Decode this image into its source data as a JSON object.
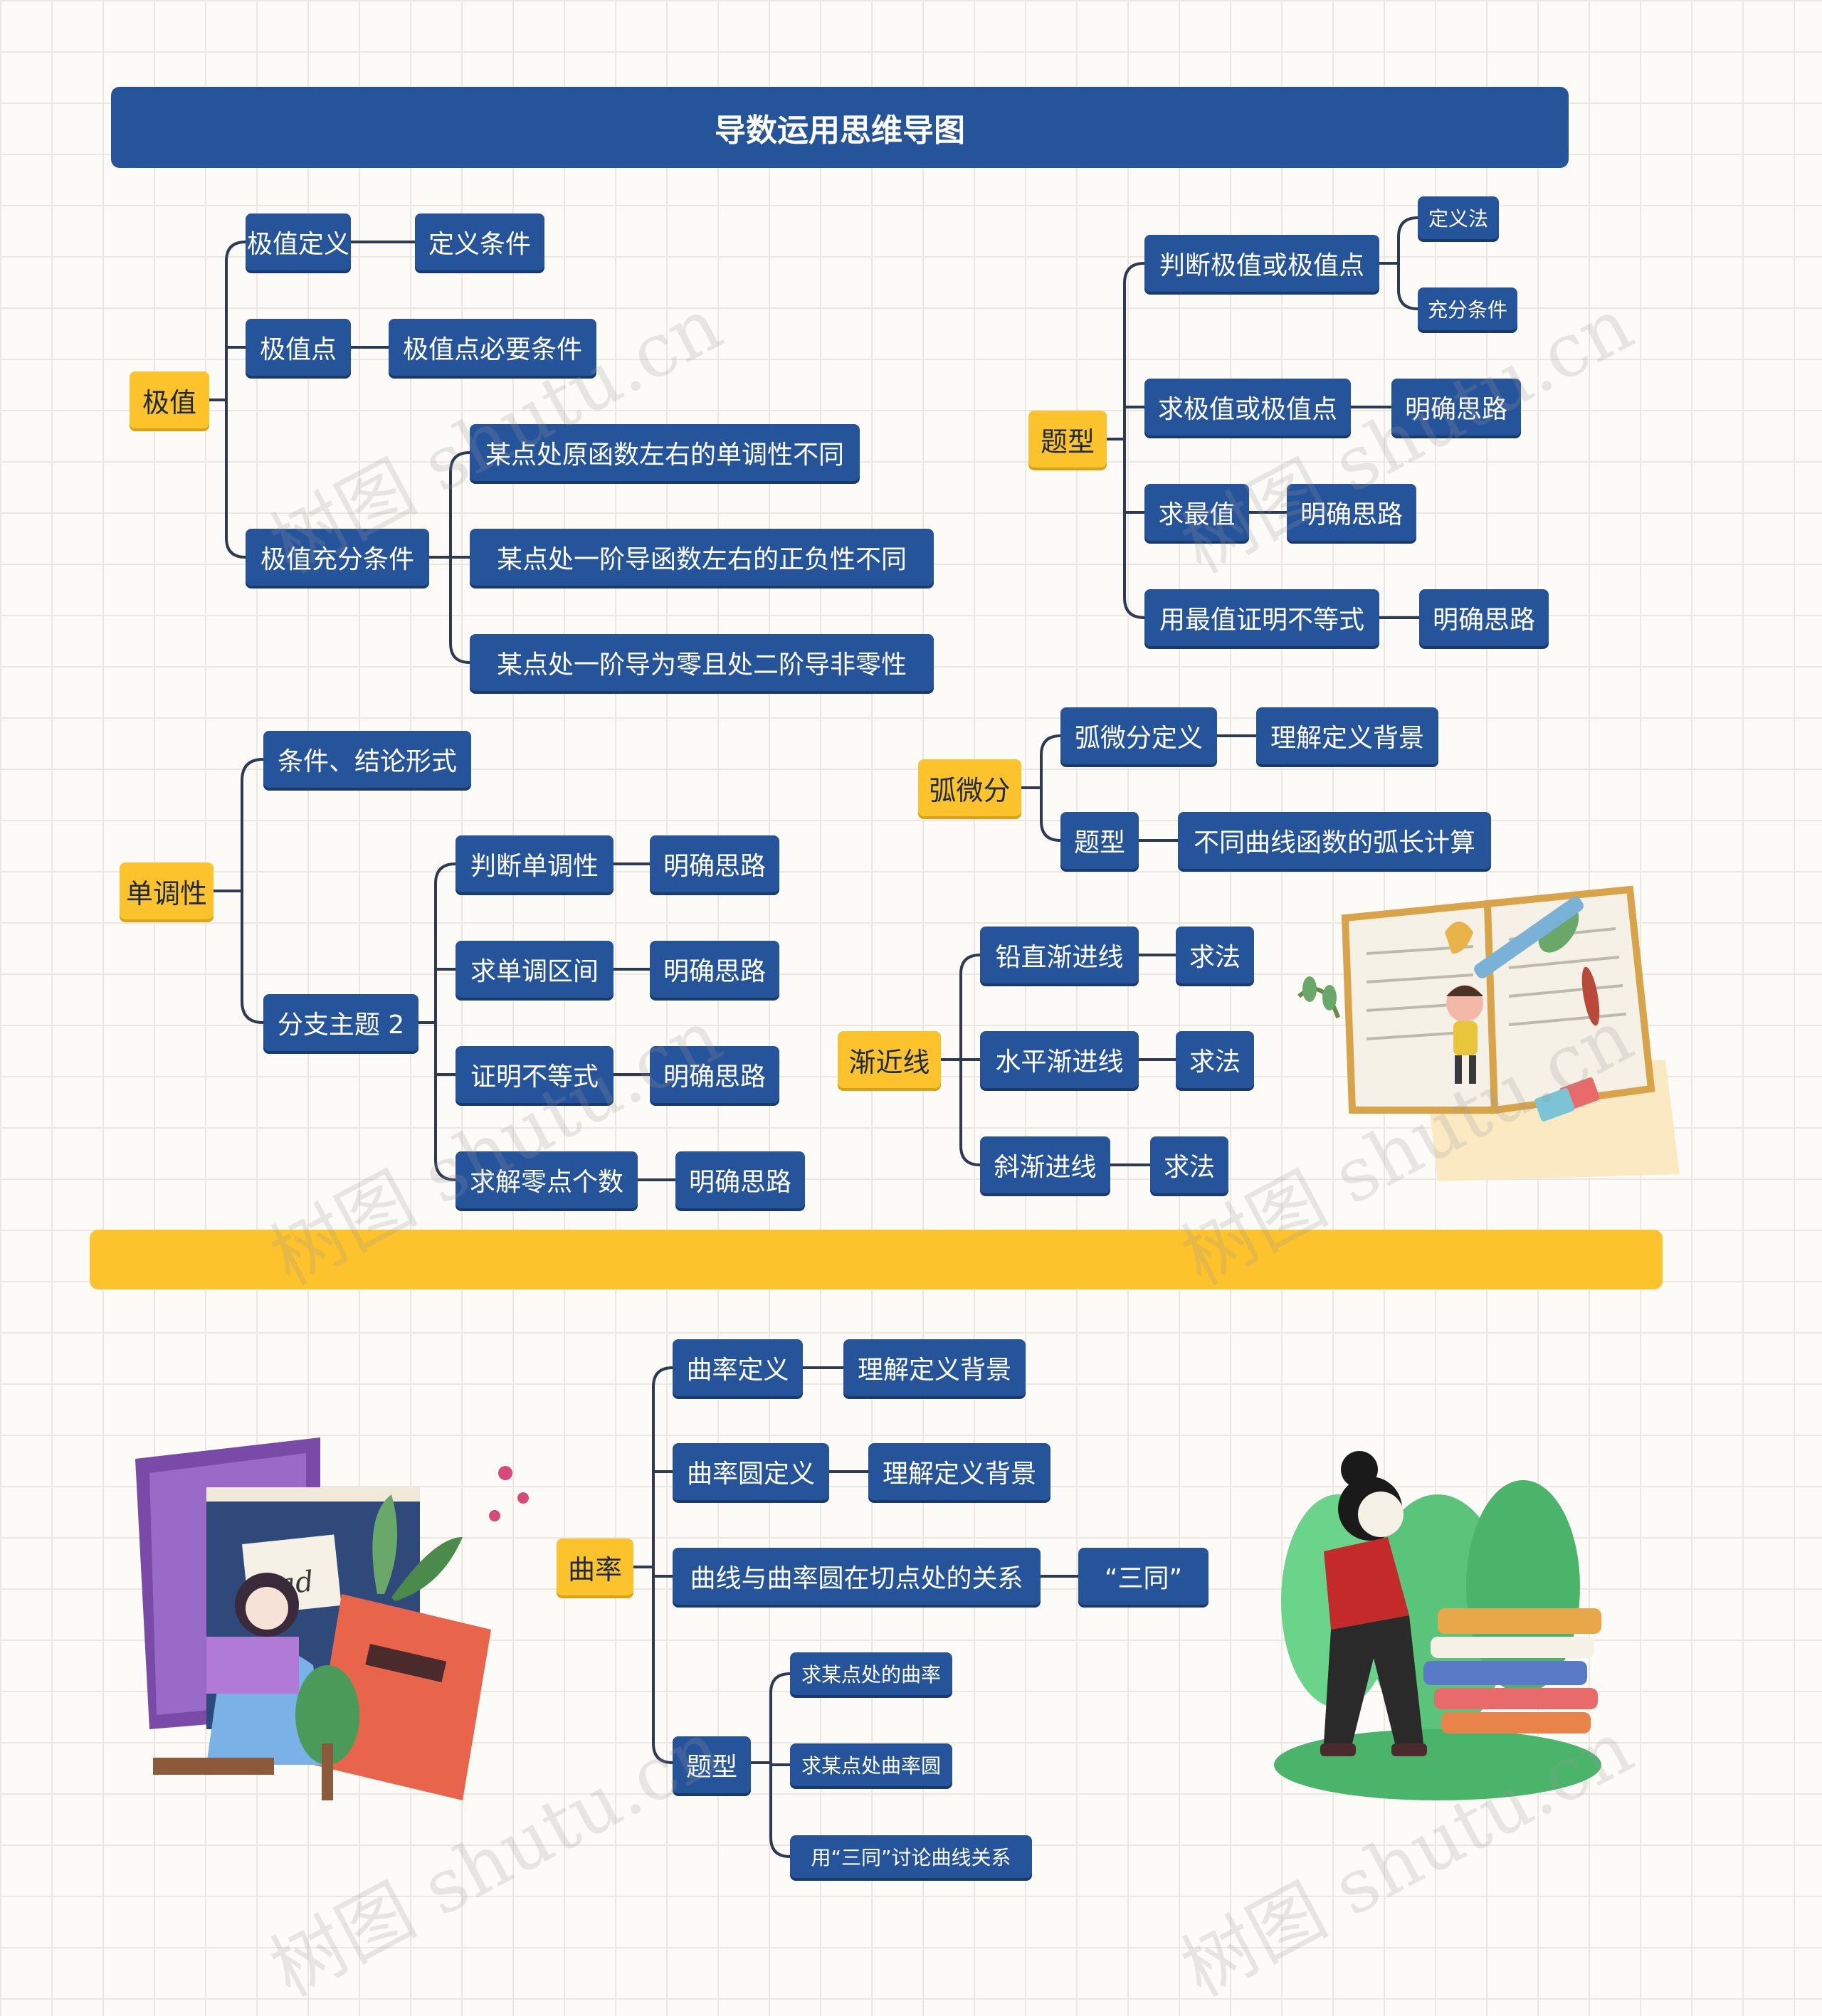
{
  "title": "导数运用思维导图",
  "watermark": "树图 shutu.cn",
  "colors": {
    "topic_blue": "#26549a",
    "branch_yellow": "#fcc32d",
    "line": "#2d3a52"
  },
  "extremum": {
    "root": "极值",
    "def": "极值定义",
    "def_cond": "定义条件",
    "point": "极值点",
    "point_cond": "极值点必要条件",
    "suff": "极值充分条件",
    "suff_items": [
      "某点处原函数左右的单调性不同",
      "某点处一阶导函数左右的正负性不同",
      "某点处一阶导为零且处二阶导非零性"
    ]
  },
  "types": {
    "root": "题型",
    "judge": "判断极值或极值点",
    "judge_def": "定义法",
    "judge_suff": "充分条件",
    "find": "求极值或极值点",
    "find_idea": "明确思路",
    "max": "求最值",
    "max_idea": "明确思路",
    "prove": "用最值证明不等式",
    "prove_idea": "明确思路"
  },
  "mono": {
    "root": "单调性",
    "form": "条件、结论形式",
    "sub": "分支主题 2",
    "items": [
      {
        "label": "判断单调性",
        "idea": "明确思路"
      },
      {
        "label": "求单调区间",
        "idea": "明确思路"
      },
      {
        "label": "证明不等式",
        "idea": "明确思路"
      },
      {
        "label": "求解零点个数",
        "idea": "明确思路"
      }
    ]
  },
  "arc": {
    "root": "弧微分",
    "def": "弧微分定义",
    "def_understand": "理解定义背景",
    "type": "题型",
    "type_calc": "不同曲线函数的弧长计算"
  },
  "asym": {
    "root": "渐近线",
    "items": [
      {
        "label": "铅直渐进线",
        "method": "求法"
      },
      {
        "label": "水平渐进线",
        "method": "求法"
      },
      {
        "label": "斜渐进线",
        "method": "求法"
      }
    ]
  },
  "curv": {
    "root": "曲率",
    "def": "曲率定义",
    "def_understand": "理解定义背景",
    "circle": "曲率圆定义",
    "circle_understand": "理解定义背景",
    "relation": "曲线与曲率圆在切点处的关系",
    "same": "“三同”",
    "type": "题型",
    "type_items": [
      "求某点处的曲率",
      "求某点处曲率圆",
      "用“三同”讨论曲线关系"
    ]
  },
  "illustration_text": "read"
}
